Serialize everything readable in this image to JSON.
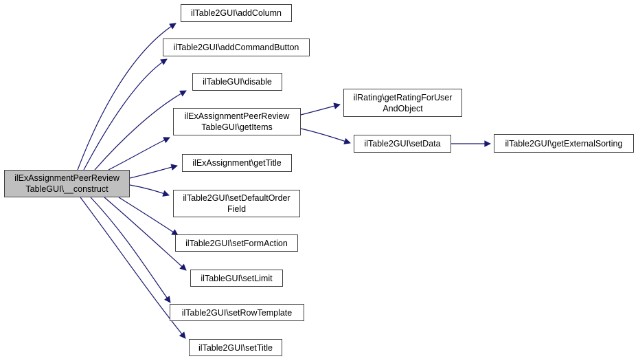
{
  "diagram": {
    "type": "call-graph",
    "colors": {
      "background": "#ffffff",
      "edge": "#191970",
      "node_border": "#404040",
      "node_fill": "#ffffff",
      "highlight_fill": "#bfbfbf",
      "text": "#000000"
    },
    "nodes": [
      {
        "id": "construct",
        "label": "ilExAssignmentPeerReview\nTableGUI\\__construct",
        "highlighted": true
      },
      {
        "id": "addColumn",
        "label": "ilTable2GUI\\addColumn"
      },
      {
        "id": "addCommandButton",
        "label": "ilTable2GUI\\addCommandButton"
      },
      {
        "id": "disable",
        "label": "ilTableGUI\\disable"
      },
      {
        "id": "getItems",
        "label": "ilExAssignmentPeerReview\nTableGUI\\getItems"
      },
      {
        "id": "getTitle",
        "label": "ilExAssignment\\getTitle"
      },
      {
        "id": "setDefaultOrderField",
        "label": "ilTable2GUI\\setDefaultOrder\nField"
      },
      {
        "id": "setFormAction",
        "label": "ilTable2GUI\\setFormAction"
      },
      {
        "id": "setLimit",
        "label": "ilTableGUI\\setLimit"
      },
      {
        "id": "setRowTemplate",
        "label": "ilTable2GUI\\setRowTemplate"
      },
      {
        "id": "setTitle",
        "label": "ilTable2GUI\\setTitle"
      },
      {
        "id": "getRatingForUserAndObject",
        "label": "ilRating\\getRatingForUser\nAndObject"
      },
      {
        "id": "setData",
        "label": "ilTable2GUI\\setData"
      },
      {
        "id": "getExternalSorting",
        "label": "ilTable2GUI\\getExternalSorting"
      }
    ],
    "edges": [
      {
        "from": "construct",
        "to": "addColumn"
      },
      {
        "from": "construct",
        "to": "addCommandButton"
      },
      {
        "from": "construct",
        "to": "disable"
      },
      {
        "from": "construct",
        "to": "getItems"
      },
      {
        "from": "construct",
        "to": "getTitle"
      },
      {
        "from": "construct",
        "to": "setDefaultOrderField"
      },
      {
        "from": "construct",
        "to": "setFormAction"
      },
      {
        "from": "construct",
        "to": "setLimit"
      },
      {
        "from": "construct",
        "to": "setRowTemplate"
      },
      {
        "from": "construct",
        "to": "setTitle"
      },
      {
        "from": "getItems",
        "to": "getRatingForUserAndObject"
      },
      {
        "from": "getItems",
        "to": "setData"
      },
      {
        "from": "setData",
        "to": "getExternalSorting"
      }
    ]
  }
}
